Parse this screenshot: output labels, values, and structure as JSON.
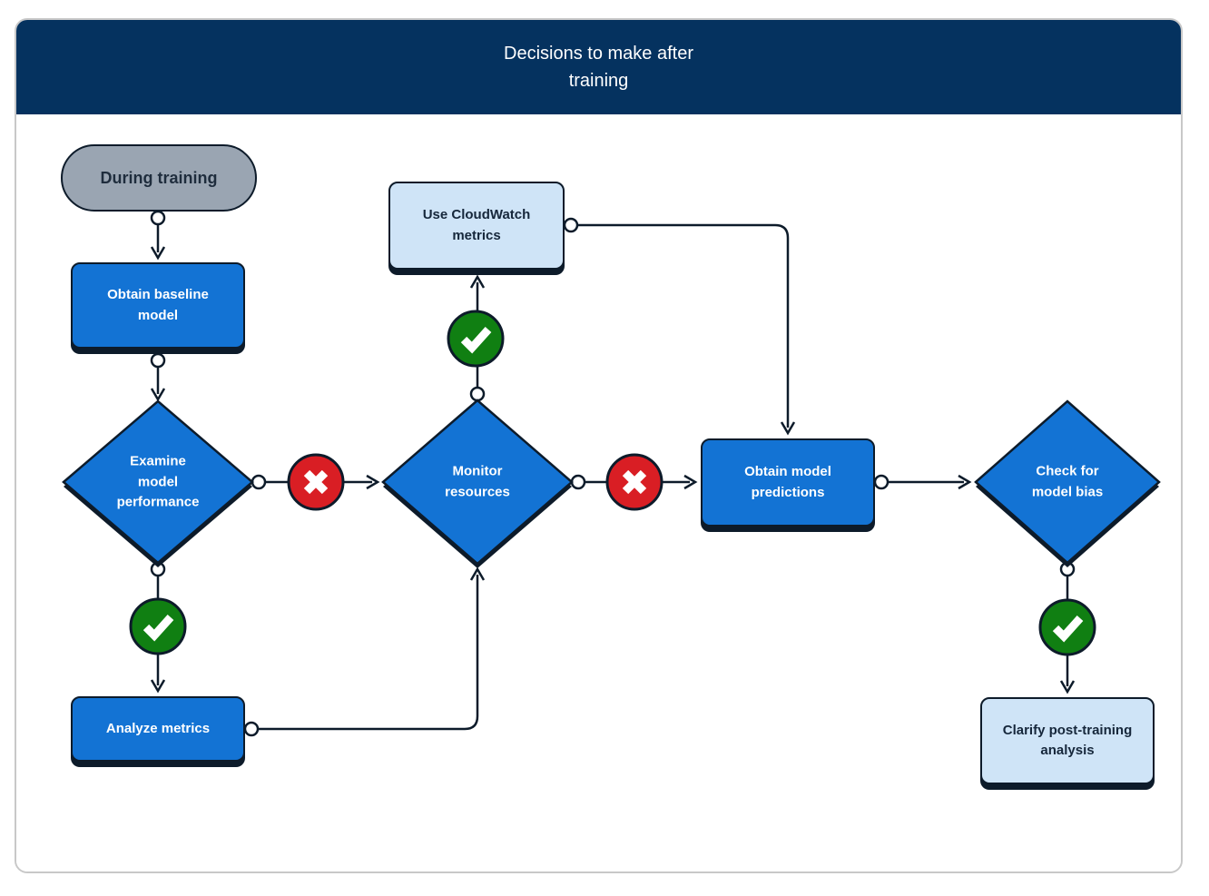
{
  "header": {
    "title_line1": "Decisions to make after",
    "title_line2": "training"
  },
  "colors": {
    "header_bg": "#05325f",
    "card_border": "#c8c8c8",
    "stroke": "#0d1b2a",
    "process_fill": "#1373d4",
    "decision_fill": "#1373d4",
    "info_fill": "#cfe4f7",
    "terminator_fill": "#9aa5b2",
    "success": "#107f12",
    "failure": "#d91e24",
    "label_on_light": "#16273b",
    "label_on_gray": "#1f2d3d"
  },
  "nodes": {
    "during_training": {
      "label": "During training",
      "type": "terminator"
    },
    "obtain_baseline_model": {
      "label": "Obtain baseline model",
      "type": "process"
    },
    "examine_model_performance": {
      "label": "Examine model performance",
      "type": "decision"
    },
    "analyze_metrics": {
      "label": "Analyze metrics",
      "type": "process"
    },
    "monitor_resources": {
      "label": "Monitor resources",
      "type": "decision"
    },
    "use_cloudwatch_metrics": {
      "label": "Use CloudWatch metrics",
      "type": "info"
    },
    "obtain_model_predictions": {
      "label": "Obtain model predictions",
      "type": "process"
    },
    "check_for_model_bias": {
      "label": "Check for model bias",
      "type": "decision"
    },
    "clarify_post_training_analysis": {
      "label": "Clarify post-training analysis",
      "type": "info"
    }
  },
  "edges": [
    {
      "from": "during_training",
      "to": "obtain_baseline_model",
      "marker": "none"
    },
    {
      "from": "obtain_baseline_model",
      "to": "examine_model_performance",
      "marker": "none"
    },
    {
      "from": "examine_model_performance",
      "to": "monitor_resources",
      "marker": "failure"
    },
    {
      "from": "examine_model_performance",
      "to": "analyze_metrics",
      "marker": "success"
    },
    {
      "from": "analyze_metrics",
      "to": "monitor_resources",
      "marker": "none"
    },
    {
      "from": "monitor_resources",
      "to": "use_cloudwatch_metrics",
      "marker": "success"
    },
    {
      "from": "monitor_resources",
      "to": "obtain_model_predictions",
      "marker": "failure"
    },
    {
      "from": "use_cloudwatch_metrics",
      "to": "obtain_model_predictions",
      "marker": "none"
    },
    {
      "from": "obtain_model_predictions",
      "to": "check_for_model_bias",
      "marker": "none"
    },
    {
      "from": "check_for_model_bias",
      "to": "clarify_post_training_analysis",
      "marker": "success"
    }
  ],
  "icons": {
    "success": "check-icon",
    "failure": "x-icon"
  }
}
